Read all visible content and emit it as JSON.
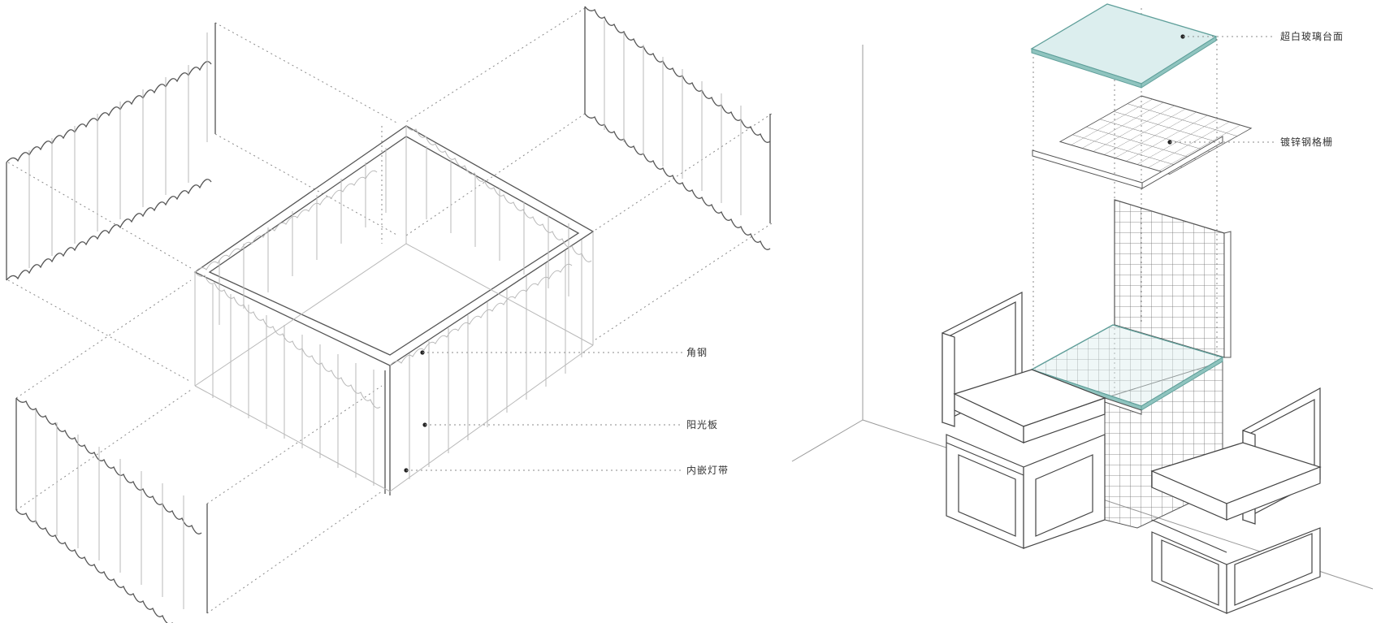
{
  "labels": {
    "left": {
      "angle_steel": "角钢",
      "polycarbonate_panel": "阳光板",
      "embedded_light_strip": "内嵌灯带"
    },
    "right": {
      "glass_top": "超白玻璃台面",
      "steel_grating": "镀锌钢格栅"
    }
  },
  "colors": {
    "glass": "#dceeee",
    "glass_edge": "#5f9f9a",
    "line": "#555555"
  }
}
